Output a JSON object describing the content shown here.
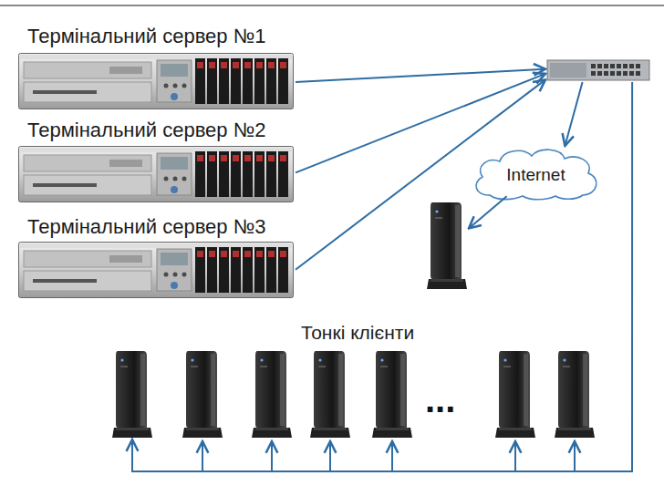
{
  "diagram": {
    "nodes": [
      {
        "text": [
          "Термінальний сервер №1"
        ]
      },
      {
        "text": [
          "Термінальний сервер №2"
        ]
      },
      {
        "text": [
          "Термінальний сервер №3"
        ]
      },
      {
        "text": []
      },
      {
        "text": [
          "Internet"
        ]
      },
      {
        "text": []
      },
      {
        "text": [
          "Тонкі клієнти"
        ]
      }
    ],
    "edges": [
      {
        "from": 0,
        "to": 3,
        "arrow": "to"
      },
      {
        "from": 1,
        "to": 3,
        "arrow": "to"
      },
      {
        "from": 2,
        "to": 3,
        "arrow": "to"
      },
      {
        "from": 3,
        "to": 4,
        "arrow": "to"
      },
      {
        "from": 4,
        "to": 5,
        "arrow": "to"
      },
      {
        "from": 3,
        "to": 6,
        "arrow": "to"
      }
    ],
    "labels": [
      "..."
    ]
  }
}
